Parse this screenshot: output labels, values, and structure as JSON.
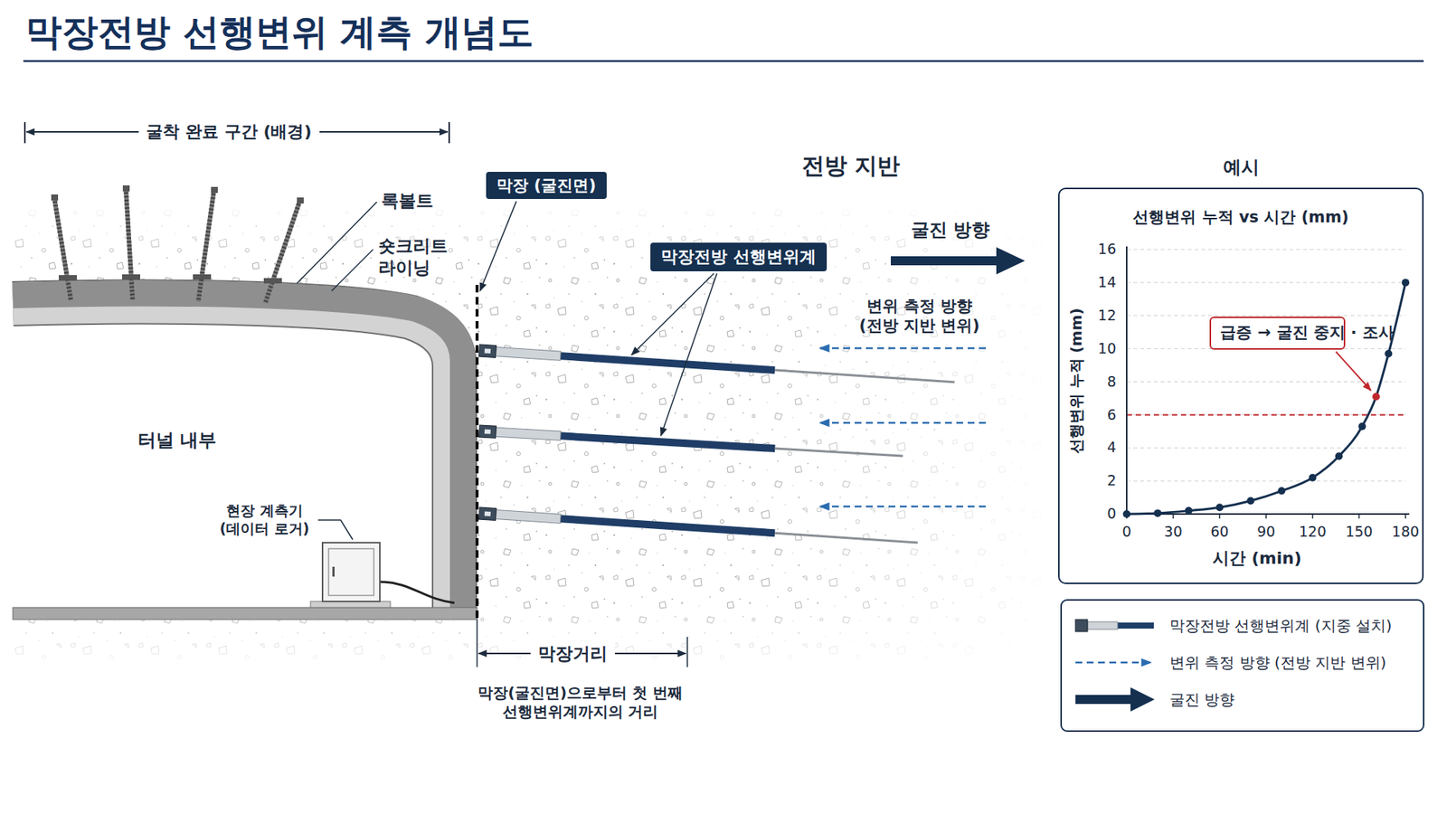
{
  "diagram": {
    "title": "막장전방 선행변위 계측 개념도",
    "nodes": [
      {
        "text": [
          "막장 (굴진면)"
        ]
      },
      {
        "text": [
          "막장전방 선행변위계"
        ]
      },
      {
        "text": [
          "예시",
          "선행변위 누적 vs 시간 (mm)"
        ]
      },
      {
        "text": [
          "급증 → 굴진 중지 · 조사"
        ],
        "in": 2
      }
    ],
    "labels": [
      "굴착 완료 구간 (배경)",
      "록볼트",
      "숏크리트 라이닝",
      "전방 지반",
      "굴진 방향",
      "변위 측정 방향 (전방 지반 변위)",
      "터널 내부",
      "현장 계측기 (데이터 로거)",
      "막장거리",
      "막장(굴진면)으로부터 첫 번째 선행변위계까지의 거리",
      "16",
      "14",
      "12",
      "10",
      "8",
      "6",
      "4",
      "2",
      "0",
      "선행변위 누적 (mm)",
      "0",
      "30",
      "60",
      "90",
      "120",
      "150",
      "180",
      "시간 (min)"
    ],
    "legend": [
      {
        "text": "막장전방 선행변위계 (지중 설치)"
      },
      {
        "text": "변위 측정 방향 (전방 지반 변위)"
      },
      {
        "text": "굴진 방향"
      }
    ]
  }
}
